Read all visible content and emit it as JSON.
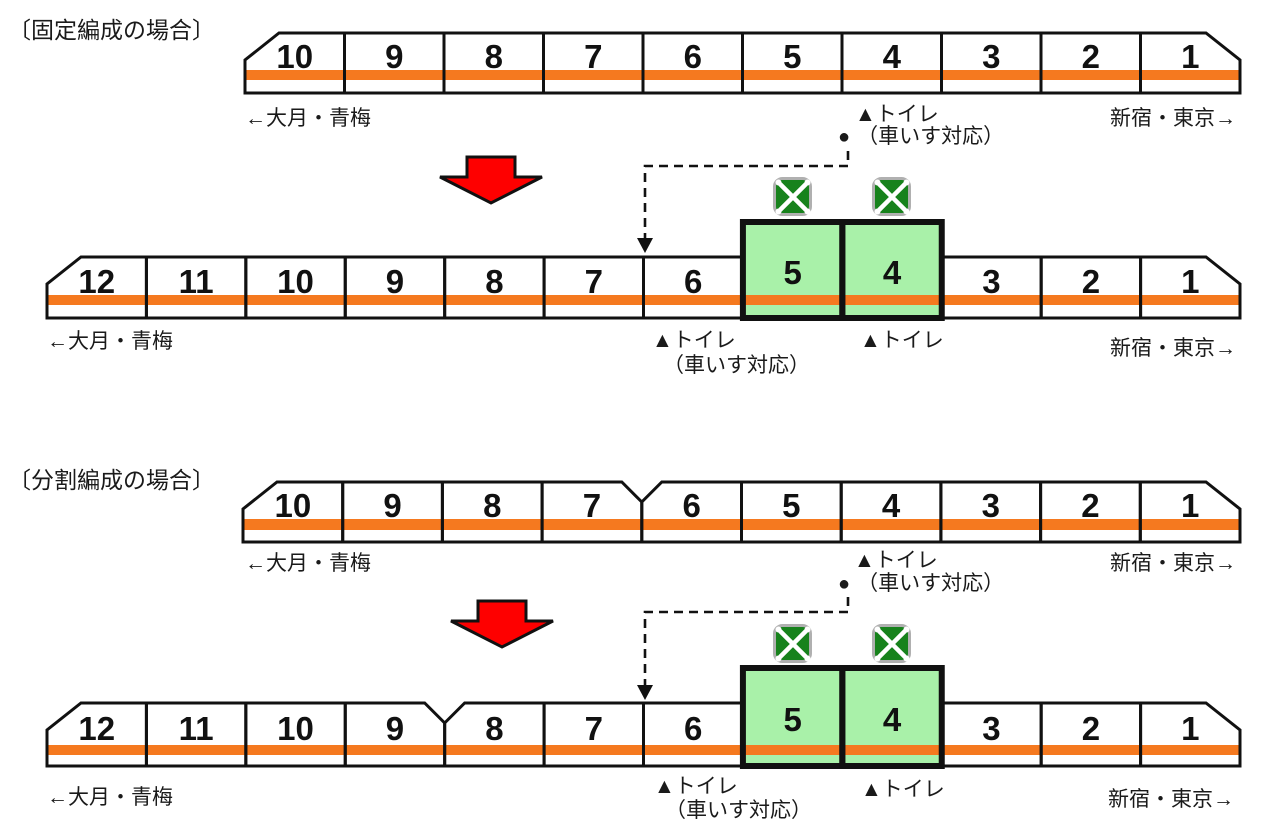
{
  "labels": {
    "dest_left": "←大月・青梅",
    "dest_right": "新宿・東京→",
    "toilet": "▲トイレ",
    "wheelchair_marker": "●",
    "wheelchair_note": "（車いす対応）"
  },
  "sections": [
    {
      "title": "〔固定編成の場合〕",
      "train_before": {
        "cars": [
          "10",
          "9",
          "8",
          "7",
          "6",
          "5",
          "4",
          "3",
          "2",
          "1"
        ],
        "split_after": null,
        "green_cars": []
      },
      "train_after": {
        "cars": [
          "12",
          "11",
          "10",
          "9",
          "8",
          "7",
          "6",
          "5",
          "4",
          "3",
          "2",
          "1"
        ],
        "split_after": null,
        "green_cars": [
          "5",
          "4"
        ]
      }
    },
    {
      "title": "〔分割編成の場合〕",
      "train_before": {
        "cars": [
          "10",
          "9",
          "8",
          "7",
          "6",
          "5",
          "4",
          "3",
          "2",
          "1"
        ],
        "split_after": "7",
        "green_cars": []
      },
      "train_after": {
        "cars": [
          "12",
          "11",
          "10",
          "9",
          "8",
          "7",
          "6",
          "5",
          "4",
          "3",
          "2",
          "1"
        ],
        "split_after": "9",
        "green_cars": [
          "5",
          "4"
        ]
      }
    }
  ],
  "colors": {
    "stripe": "#f5791f",
    "car_fill": "#ffffff",
    "line": "#111111",
    "green_car_fill": "#a9f1a9",
    "green_icon": "#17821c",
    "green_icon_border": "#b0b0b0",
    "arrow_red": "#fe0000"
  }
}
